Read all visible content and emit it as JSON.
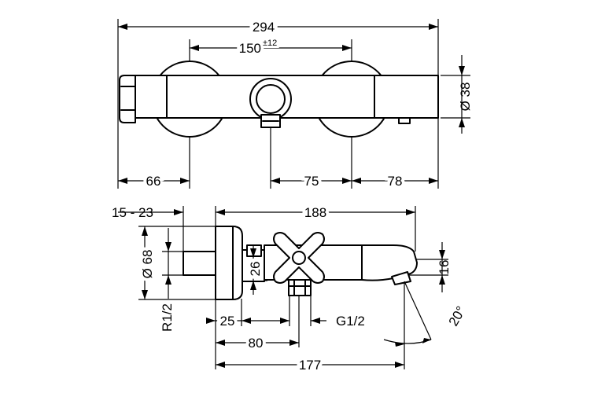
{
  "dimensions": {
    "overall_width": "294",
    "axle_distance": "150",
    "axle_tolerance": "±12",
    "body_diameter": "Ø 38",
    "left_offset": "66",
    "outlet_offset": "75",
    "right_offset": "78",
    "wall_gap": "15 - 23",
    "side_width": "188",
    "rosette_diameter": "Ø 68",
    "inlet_height": "26",
    "spout_height": "16",
    "inlet_thread": "R1/2",
    "inlet_offset": "25",
    "outlet_thread": "G1/2",
    "outlet_distance": "80",
    "spout_reach": "177",
    "spout_angle": "20°"
  }
}
